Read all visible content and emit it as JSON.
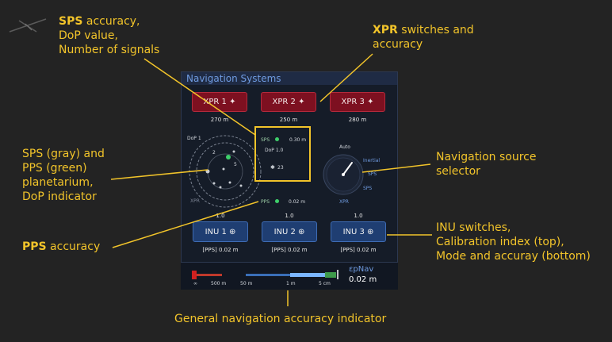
{
  "colors": {
    "background": "#232323",
    "annotation": "#f2c42a",
    "xpr_button": "#7d1020",
    "inu_button": "#1f3e72",
    "pps_green": "#3ecf6a",
    "panel_header_text": "#6f9be0"
  },
  "callouts": {
    "sps_bold": "SPS",
    "sps_rest": " accuracy,\nDoP value,\nNumber of signals",
    "xpr_bold": "XPR",
    "xpr_rest": " switches and\naccuracy",
    "planetarium": "SPS (gray) and\nPPS (green)\nplanetarium,\nDoP indicator",
    "nav_source": "Navigation source\nselector",
    "pps_bold": "PPS",
    "pps_rest": " accuracy",
    "inu": "INU switches,\nCalibration index (top),\nMode and accuray (bottom)",
    "general": "General navigation accuracy indicator"
  },
  "panel": {
    "title": "Navigation Systems",
    "xpr": [
      {
        "label": "XPR 1",
        "accuracy": "270 m"
      },
      {
        "label": "XPR 2",
        "accuracy": "250 m"
      },
      {
        "label": "XPR 3",
        "accuracy": "280 m"
      }
    ],
    "planetarium": {
      "dop_label": "DoP 1",
      "bottom_left": "XPR",
      "sat_numbers": [
        "2",
        "5"
      ]
    },
    "sps": {
      "label": "SPS",
      "accuracy": "0.30 m",
      "dop": "DoP 1.0",
      "signals": "23"
    },
    "pps": {
      "label": "PPS",
      "accuracy": "0.02 m"
    },
    "selector": {
      "top": "Auto",
      "right_top": "Inertial",
      "right_mid": "SPS",
      "right_bottom": "SPS",
      "bottom": "XPR"
    },
    "inu": [
      {
        "label": "INU 1",
        "calibration": "1.0",
        "mode_accuracy": "[PPS] 0.02 m"
      },
      {
        "label": "INU 2",
        "calibration": "1.0",
        "mode_accuracy": "[PPS] 0.02 m"
      },
      {
        "label": "INU 3",
        "calibration": "1.0",
        "mode_accuracy": "[PPS] 0.02 m"
      }
    ],
    "accuracy_bar": {
      "ticks": [
        "∞",
        "500 m",
        "50 m",
        "1 m",
        "5 cm"
      ],
      "name": "εpNav",
      "value": "0.02 m"
    }
  }
}
